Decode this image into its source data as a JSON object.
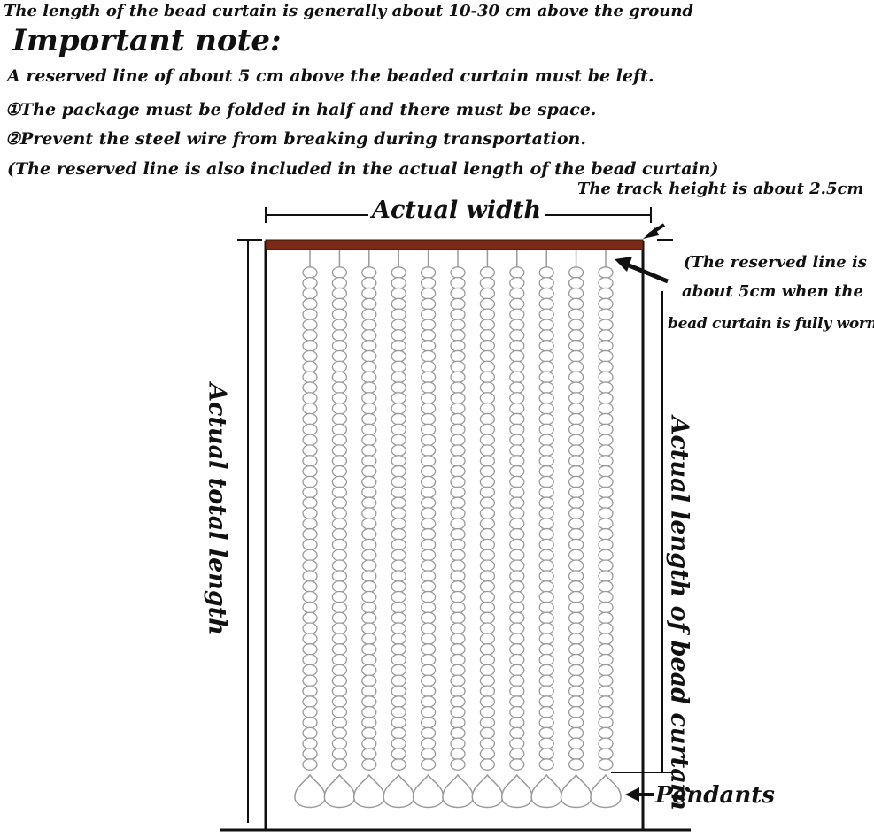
{
  "header": {
    "intro": "The length of the bead curtain is generally about 10-30 cm above the ground",
    "title": "Important note:"
  },
  "notes": [
    "A reserved line of about 5 cm above the beaded curtain must be left.",
    "①The package must be folded in half and there must be space.",
    "②Prevent the steel wire from breaking during transportation.",
    "(The reserved line is also included in the actual length of the bead curtain)"
  ],
  "diagram": {
    "track_label": "The track height is about 2.5cm",
    "width_label": "Actual width",
    "reserved_note": [
      "(The reserved line is",
      "about 5cm when the",
      "bead curtain is fully worn)"
    ],
    "total_length_label": "Actual total length",
    "curtain_length_label": "Actual length of bead curtain",
    "pendants_label": "Pendants",
    "strand_count": 11,
    "beads_per_strand": 48,
    "colors": {
      "track": "#7a2a16",
      "bead_outline": "#9a9a9a",
      "frame": "#111111"
    }
  }
}
